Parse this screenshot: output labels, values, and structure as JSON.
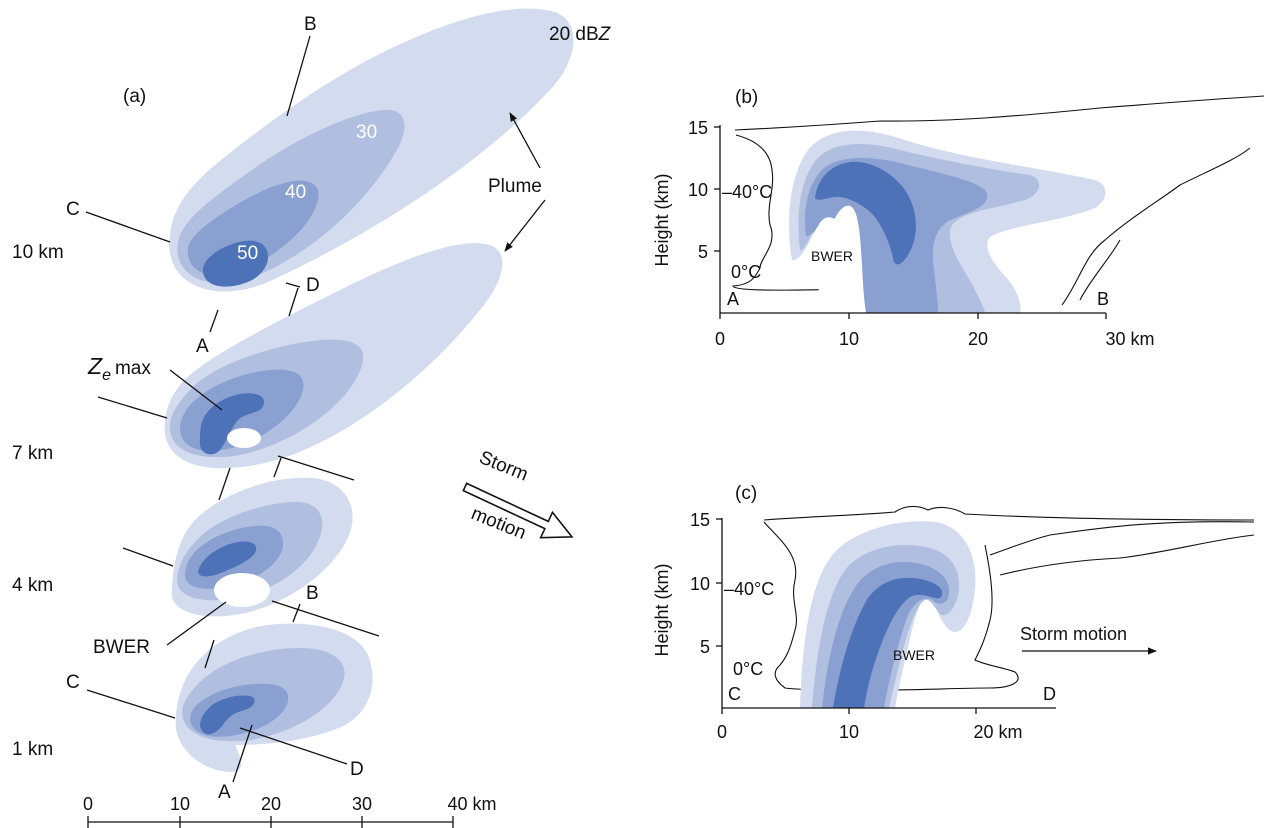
{
  "colors": {
    "level_20": "#d3dbee",
    "level_30": "#b0bee0",
    "level_40": "#8aa0d1",
    "level_50": "#4d72b8",
    "bwer_hole": "#ffffff",
    "ink": "#111111"
  },
  "panel_a": {
    "label": "(a)",
    "legend": {
      "prefix": "20 dB",
      "unit": "Z"
    },
    "contour_values": [
      "30",
      "40",
      "50"
    ],
    "plume_label": "Plume",
    "zemax": {
      "symbol": "Z",
      "subscript": "e",
      "text": "max"
    },
    "bwer_label": "BWER",
    "levels": [
      "10 km",
      "7 km",
      "4 km",
      "1 km"
    ],
    "section_letters": {
      "A": "A",
      "B": "B",
      "C": "C",
      "D": "D"
    },
    "x_ticks": [
      "0",
      "10",
      "20",
      "30",
      "40 km"
    ],
    "storm_motion": [
      "Storm",
      "motion"
    ]
  },
  "panel_b": {
    "label": "(b)",
    "ylabel": "Height (km)",
    "y_ticks": [
      "5",
      "10",
      "15"
    ],
    "x_ticks": [
      "0",
      "10",
      "20",
      "30 km"
    ],
    "temp_top": "–40°C",
    "temp_bottom": "0°C",
    "bwer": "BWER",
    "end_left": "A",
    "end_right": "B"
  },
  "panel_c": {
    "label": "(c)",
    "ylabel": "Height (km)",
    "y_ticks": [
      "5",
      "10",
      "15"
    ],
    "x_ticks": [
      "0",
      "10",
      "20 km"
    ],
    "temp_top": "–40°C",
    "temp_bottom": "0°C",
    "bwer": "BWER",
    "end_left": "C",
    "end_right": "D",
    "storm_motion": "Storm motion"
  }
}
